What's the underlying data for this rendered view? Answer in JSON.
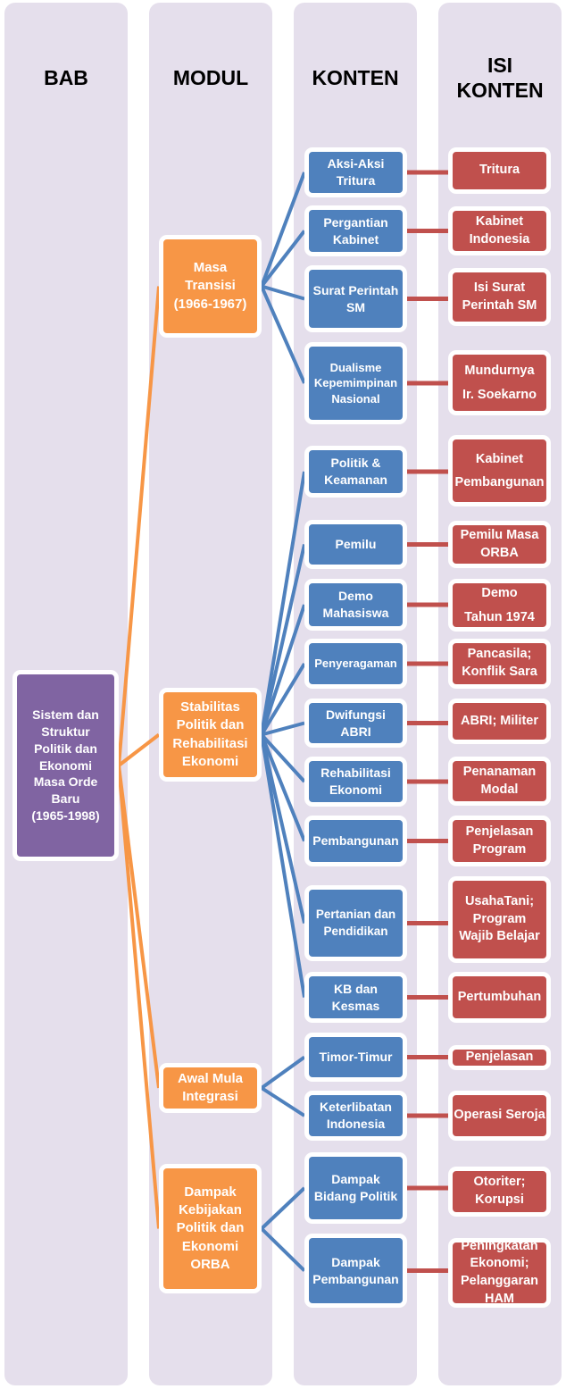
{
  "colors": {
    "bab": "#8064a2",
    "modul": "#f79646",
    "konten": "#4f81bd",
    "isi": "#c0504d",
    "column_bg": "#e5dfec"
  },
  "headers": {
    "bab": "BAB",
    "modul": "MODUL",
    "konten": "KONTEN",
    "isi": "ISI\nKONTEN"
  },
  "bab": "Sistem dan\nStruktur\nPolitik dan\nEkonomi\nMasa Orde\nBaru\n(1965-1998)",
  "modul": [
    "Masa\nTransisi\n(1966-1967)",
    "Stabilitas\nPolitik dan\nRehabilitasi\nEkonomi",
    "Awal Mula\nIntegrasi",
    "Dampak\nKebijakan\nPolitik dan\nEkonomi\nORBA"
  ],
  "konten": [
    "Aksi-Aksi\nTritura",
    "Pergantian\nKabinet",
    "Surat Perintah\nSM",
    "Dualisme\nKepemimpinan\nNasional",
    "Politik &\nKeamanan",
    "Pemilu",
    "Demo\nMahasiswa",
    "Penyeragaman",
    "Dwifungsi\nABRI",
    "Rehabilitasi\nEkonomi",
    "Pembangunan",
    "Pertanian dan\nPendidikan",
    "KB dan\nKesmas",
    "Timor-Timur",
    "Keterlibatan\nIndonesia",
    "Dampak\nBidang Politik",
    "Dampak\nPembangunan"
  ],
  "isi": [
    "Tritura",
    "Kabinet\nIndonesia",
    "Isi Surat\nPerintah SM",
    "Mundurnya\nIr. Soekarno",
    "Kabinet\nPembangunan",
    "Pemilu Masa\nORBA",
    "Demo\nTahun 1974",
    "Pancasila;\nKonflik Sara",
    "ABRI; Militer",
    "Penanaman\nModal",
    "Penjelasan\nProgram",
    "UsahaTani;\nProgram\nWajib Belajar",
    "Pertumbuhan",
    "Penjelasan",
    "Operasi Seroja",
    "Otoriter;\nKorupsi",
    "Peningkatan\nEkonomi;\nPelanggaran\nHAM"
  ],
  "konten_parent": [
    0,
    0,
    0,
    0,
    1,
    1,
    1,
    1,
    1,
    1,
    1,
    1,
    1,
    2,
    2,
    3,
    3
  ]
}
